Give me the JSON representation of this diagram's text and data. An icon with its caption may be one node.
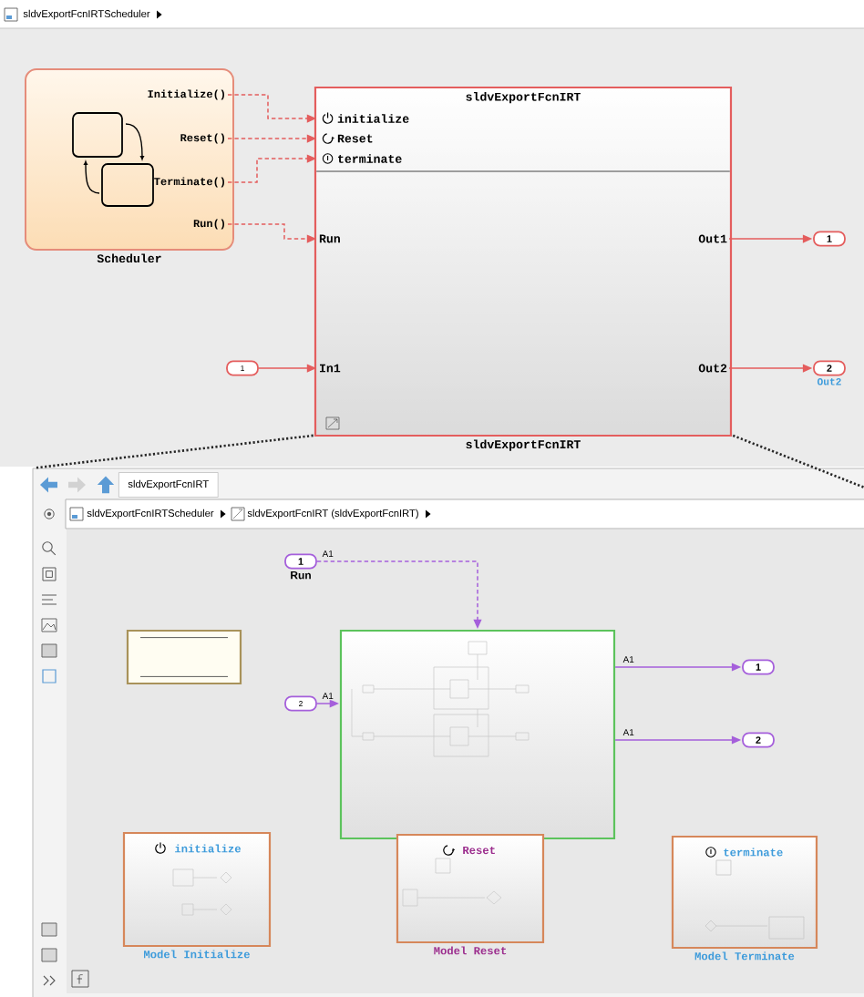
{
  "diagram": {
    "nodes": [
      {
        "text": [
          "Scheduler"
        ]
      },
      {
        "text": [
          "Initialize()"
        ],
        "in": 0
      },
      {
        "text": [
          "Reset()"
        ],
        "in": 0
      },
      {
        "text": [
          "Terminate()"
        ],
        "in": 0
      },
      {
        "text": [
          "Run()"
        ],
        "in": 0
      },
      {
        "text": [
          "sldvExportFcnIRT",
          "sldvExportFcnIRT"
        ]
      },
      {
        "text": [
          "initialize"
        ],
        "in": 5
      },
      {
        "text": [
          "Reset"
        ],
        "in": 5
      },
      {
        "text": [
          "terminate"
        ],
        "in": 5
      },
      {
        "text": [
          "Run"
        ],
        "in": 5
      },
      {
        "text": [
          "In1"
        ],
        "in": 5
      },
      {
        "text": [
          "Out1"
        ],
        "in": 5
      },
      {
        "text": [
          "Out2"
        ],
        "in": 5
      },
      {
        "text": [
          "1"
        ]
      },
      {
        "text": [
          "1"
        ]
      },
      {
        "text": [
          "2"
        ],
        "beside": [
          "Out2"
        ]
      },
      {
        "text": [
          "sldvExportFcnIRT",
          "sldvExportFcnIRTScheduler",
          "sldvExportFcnIRT (sldvExportFcnIRT)"
        ]
      },
      {
        "text": [
          "1"
        ],
        "beside": [
          "Run"
        ],
        "in": 16
      },
      {
        "text": [
          "2"
        ],
        "in": 16
      },
      {
        "text": [],
        "shape": "box",
        "in": 16
      },
      {
        "text": [],
        "shape": "box",
        "in": 16
      },
      {
        "text": [
          "1"
        ],
        "in": 16
      },
      {
        "text": [
          "2"
        ],
        "in": 16
      },
      {
        "text": [
          "initialize",
          "Model Initialize"
        ],
        "in": 16
      },
      {
        "text": [
          "Reset",
          "Model Reset"
        ],
        "in": 16
      },
      {
        "text": [
          "terminate",
          "Model Terminate"
        ],
        "in": 16
      }
    ],
    "edges": [
      {
        "from": 1,
        "to": 6,
        "arrow": "to",
        "style": "dashed"
      },
      {
        "from": 2,
        "to": 7,
        "arrow": "to",
        "style": "dashed"
      },
      {
        "from": 3,
        "to": 8,
        "arrow": "to",
        "style": "dashed"
      },
      {
        "from": 4,
        "to": 9,
        "arrow": "to",
        "style": "dashed"
      },
      {
        "from": 13,
        "to": 10,
        "arrow": "to"
      },
      {
        "from": 11,
        "to": 14,
        "arrow": "to"
      },
      {
        "from": 12,
        "to": 15,
        "arrow": "to"
      },
      {
        "from": 17,
        "to": 20,
        "arrow": "to",
        "label": "A1",
        "style": "dashed",
        "color": "#a55fdb"
      },
      {
        "from": 18,
        "to": 20,
        "arrow": "to",
        "label": "A1",
        "color": "#a55fdb"
      },
      {
        "from": 20,
        "to": 21,
        "arrow": "to",
        "label": "A1",
        "color": "#a55fdb"
      },
      {
        "from": 20,
        "to": 22,
        "arrow": "to",
        "label": "A1",
        "color": "#a55fdb"
      },
      {
        "from": 5,
        "to": 16,
        "arrow": "none",
        "style": "dashed",
        "color": "#262626"
      },
      {
        "from": 5,
        "to": 16,
        "arrow": "none",
        "style": "dashed",
        "color": "#262626"
      }
    ],
    "labels": [
      "sldvExportFcnIRTScheduler"
    ]
  }
}
